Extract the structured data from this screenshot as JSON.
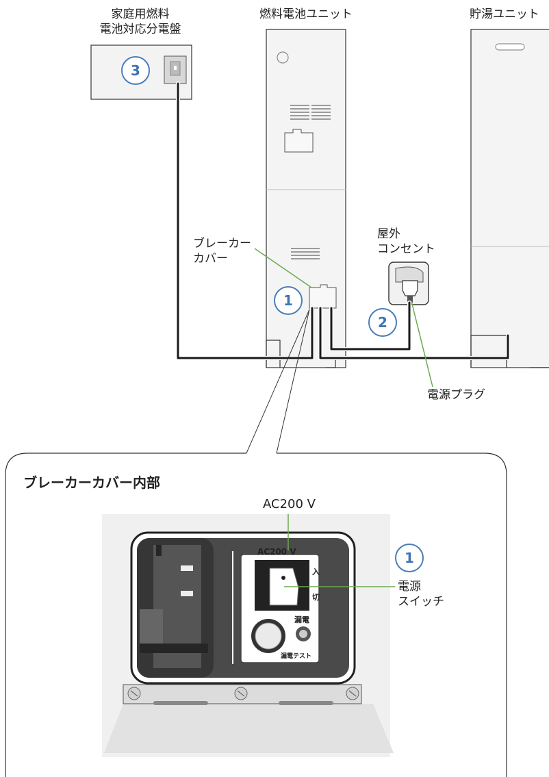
{
  "labels": {
    "panel_line1": "家庭用燃料",
    "panel_line2": "電池対応分電盤",
    "fuel_cell_unit": "燃料電池ユニット",
    "storage_unit": "貯湯ユニット",
    "breaker_cover_line1": "ブレーカー",
    "breaker_cover_line2": "カバー",
    "outlet_line1": "屋外",
    "outlet_line2": "コンセント",
    "power_plug": "電源プラグ",
    "inside_title": "ブレーカーカバー内部",
    "ac200_callout": "AC200 V",
    "ac200_on_panel": "AC200 V",
    "switch_on": "入",
    "switch_off": "切",
    "leak_label": "漏電",
    "leak_test": "漏電テスト",
    "power_switch_line1": "電源",
    "power_switch_line2": "スイッチ"
  },
  "badges": {
    "b1_top": "1",
    "b2": "2",
    "b3": "3",
    "b1_bottom": "1"
  },
  "colors": {
    "badge": "#4a7db8",
    "leader": "#6aaa4e",
    "cable": "#1a1a1a"
  }
}
